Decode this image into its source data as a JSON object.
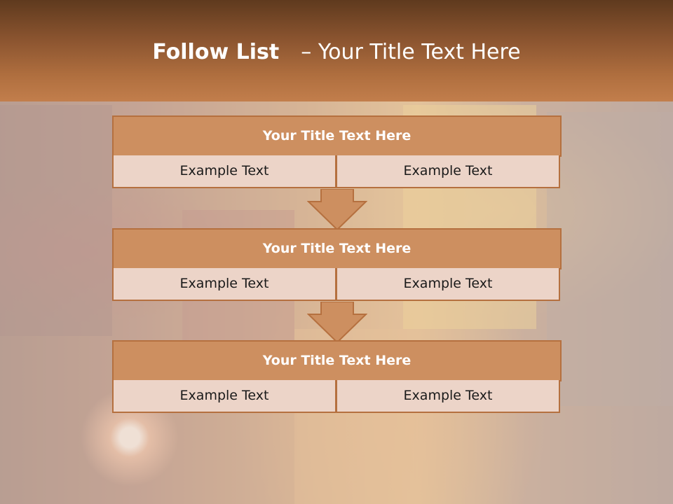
{
  "slide": {
    "title_bold": "Follow List",
    "title_rest": "– Your Title Text Here"
  },
  "cards": [
    {
      "title": "Your Title Text Here",
      "left": "Example Text",
      "right": "Example Text"
    },
    {
      "title": "Your Title Text Here",
      "left": "Example Text",
      "right": "Example Text"
    },
    {
      "title": "Your Title Text Here",
      "left": "Example Text",
      "right": "Example Text"
    }
  ],
  "colors": {
    "header_top": "#5f3a1e",
    "header_bottom": "#c27e4c",
    "card_title_fill": "#cd8f60",
    "card_cell_fill": "#ecd4c8",
    "card_border": "#b5703f",
    "arrow_fill": "#cd8f60"
  }
}
